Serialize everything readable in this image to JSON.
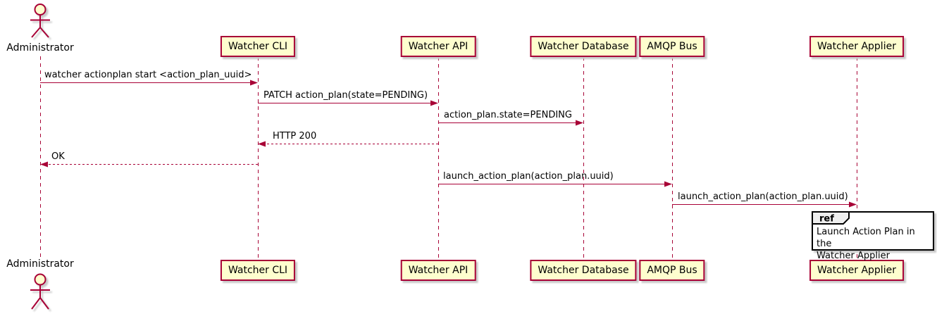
{
  "diagram": {
    "type": "sequence",
    "actor": {
      "label": "Administrator"
    },
    "participants": [
      {
        "label": "Watcher CLI"
      },
      {
        "label": "Watcher API"
      },
      {
        "label": "Watcher Database"
      },
      {
        "label": "AMQP Bus"
      },
      {
        "label": "Watcher Applier"
      }
    ],
    "messages": [
      {
        "from": "Administrator",
        "to": "Watcher CLI",
        "text": "watcher actionplan start <action_plan_uuid>",
        "line": "solid"
      },
      {
        "from": "Watcher CLI",
        "to": "Watcher API",
        "text": "PATCH action_plan(state=PENDING)",
        "line": "solid"
      },
      {
        "from": "Watcher API",
        "to": "Watcher Database",
        "text": "action_plan.state=PENDING",
        "line": "solid"
      },
      {
        "from": "Watcher API",
        "to": "Watcher CLI",
        "text": "HTTP 200",
        "line": "dashed"
      },
      {
        "from": "Watcher CLI",
        "to": "Administrator",
        "text": "OK",
        "line": "dashed"
      },
      {
        "from": "Watcher API",
        "to": "AMQP Bus",
        "text": "launch_action_plan(action_plan.uuid)",
        "line": "solid"
      },
      {
        "from": "AMQP Bus",
        "to": "Watcher Applier",
        "text": "launch_action_plan(action_plan.uuid)",
        "line": "solid"
      }
    ],
    "ref": {
      "keyword": "ref",
      "over": "Watcher Applier",
      "lines": [
        "Launch Action Plan in the",
        "Watcher Applier"
      ]
    },
    "colors": {
      "participant_fill": "#FEFECE",
      "stroke": "#A80036",
      "ref_tab_fill": "#EEEEEE",
      "ref_border": "#000000",
      "text": "#000000"
    }
  }
}
